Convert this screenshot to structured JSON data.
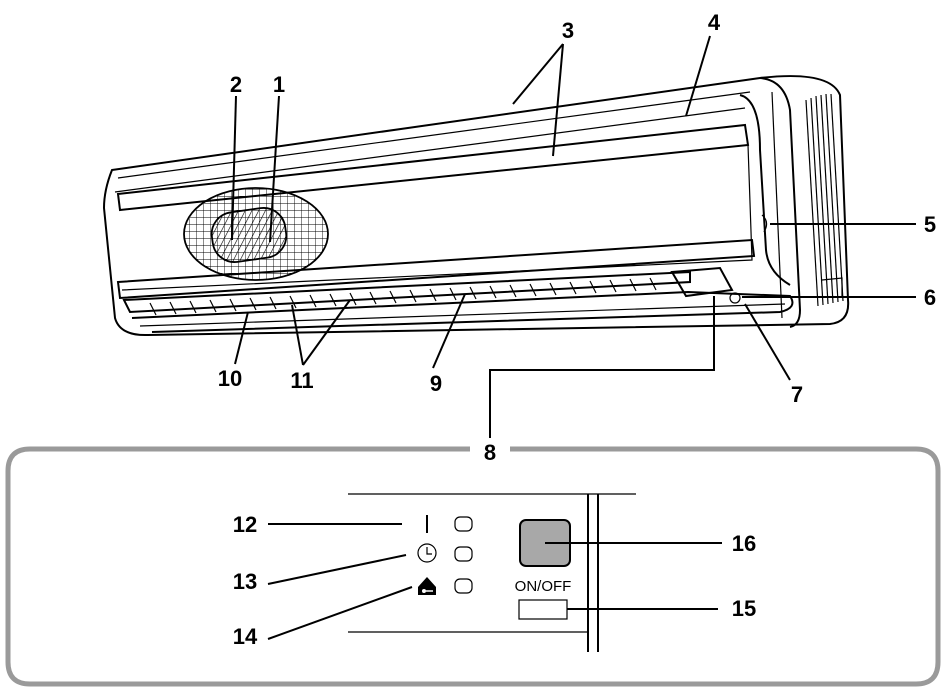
{
  "callouts": {
    "c1": "1",
    "c2": "2",
    "c3": "3",
    "c4": "4",
    "c5": "5",
    "c6": "6",
    "c7": "7",
    "c8": "8",
    "c9": "9",
    "c10": "10",
    "c11": "11",
    "c12": "12",
    "c13": "13",
    "c14": "14",
    "c15": "15",
    "c16": "16"
  },
  "panel": {
    "button_label": "ON/OFF"
  },
  "colors": {
    "panel_border": "#9a9a9a",
    "signal_receiver": "#a8a8a8",
    "line": "#000000"
  },
  "icons": {
    "operation": "operation-bar-icon",
    "timer": "clock-icon",
    "lock": "house-key-icon"
  }
}
